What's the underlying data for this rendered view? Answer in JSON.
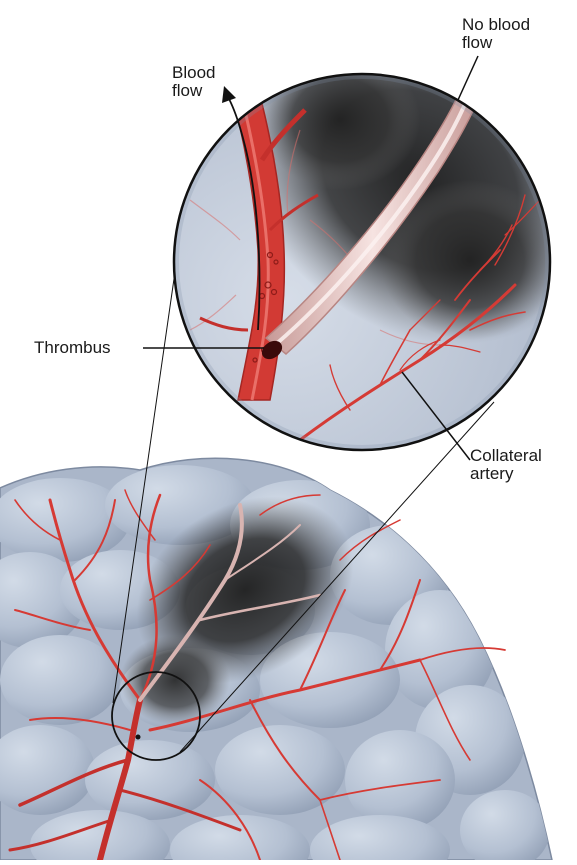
{
  "labels": {
    "blood_flow": [
      "Blood",
      "flow"
    ],
    "no_blood_flow": [
      "No blood",
      "flow"
    ],
    "thrombus": "Thrombus",
    "collateral_artery": [
      "Collateral",
      "artery"
    ]
  },
  "colors": {
    "artery_red": "#d8322e",
    "artery_dark": "#9e1d1a",
    "blocked_vessel": "#e9c4c1",
    "brain_tissue": "#b6c2d3",
    "brain_shadow": "#7f8da3",
    "ischemic_area": "#2e2e2e",
    "leader_line": "#111111"
  }
}
